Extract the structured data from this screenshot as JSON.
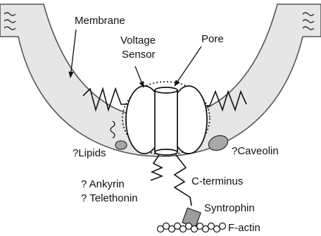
{
  "labels": {
    "membrane": "Membrane",
    "voltage_sensor_line1": "Voltage",
    "voltage_sensor_line2": "Sensor",
    "pore": "Pore",
    "lipids": "?Lipids",
    "caveolin": "?Caveolin",
    "ankyrin": "? Ankyrin",
    "telethonin": "? Telethonin",
    "c_terminus": "C-terminus",
    "syntrophin": "Syntrophin",
    "f_actin": "F-actin"
  },
  "colors": {
    "membrane_fill": "#e6e6e6",
    "membrane_stroke": "#555555",
    "channel_fill": "#ffffff",
    "lipid_fill": "#a8a8a8",
    "caveolin_fill": "#a8a8a8",
    "syntrophin_fill": "#9e9e9e",
    "actin_fill": "#ffffff"
  }
}
